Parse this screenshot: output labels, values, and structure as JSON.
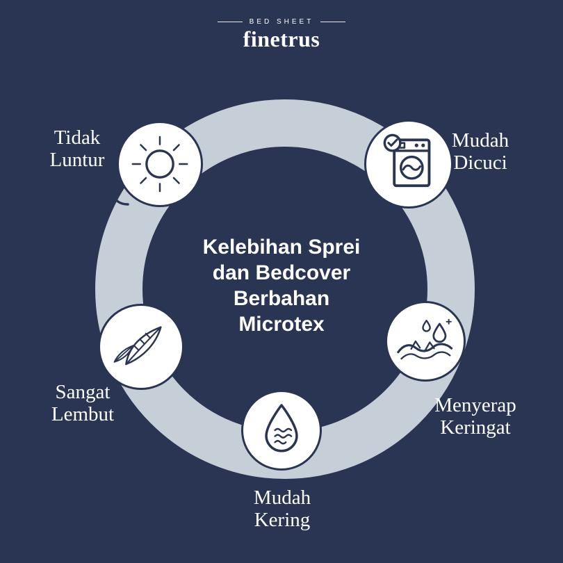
{
  "brand": {
    "tagline": "BED SHEET",
    "name": "finetrus"
  },
  "diagram": {
    "title": "Kelebihan Sprei\ndan Bedcover\nBerbahan\nMicrotex",
    "nodes": [
      {
        "id": "tidak-luntur",
        "label": "Tidak\nLuntur",
        "icon": "sun-icon"
      },
      {
        "id": "mudah-dicuci",
        "label": "Mudah\nDicuci",
        "icon": "washing-machine-icon"
      },
      {
        "id": "menyerap-keringat",
        "label": "Menyerap\nKeringat",
        "icon": "sweat-absorb-icon"
      },
      {
        "id": "mudah-kering",
        "label": "Mudah\nKering",
        "icon": "water-drop-icon"
      },
      {
        "id": "sangat-lembut",
        "label": "Sangat\nLembut",
        "icon": "feather-icon"
      }
    ]
  },
  "colors": {
    "background": "#2a3453",
    "ring": "#c6ced8",
    "node_fill": "#ffffff",
    "node_border": "#2a3453",
    "icon_stroke": "#2a3453",
    "text": "#ffffff"
  }
}
